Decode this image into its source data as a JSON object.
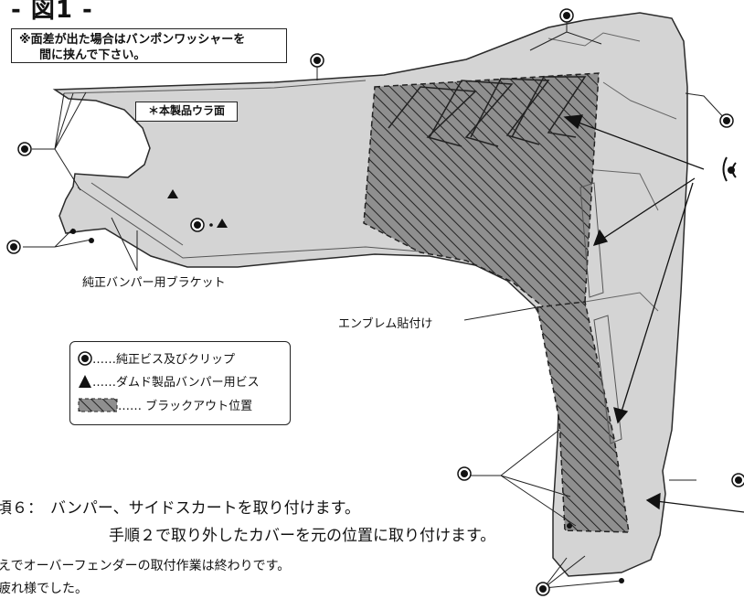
{
  "title": "- 図1 -",
  "note": {
    "line1": "※面差が出た場合はバンポンワッシャーを",
    "line2": "間に挟んで下さい。"
  },
  "label_ura": "＊本製品ウラ面",
  "label_bracket": "純正バンパー用ブラケット",
  "label_emblem": "エンブレム貼付け",
  "legend": {
    "circle": "……純正ビス及びクリップ",
    "triangle": "……ダムド製品バンパー用ビス",
    "hatch": "…… ブラックアウト位置"
  },
  "step6": {
    "heading": "頃６：",
    "line1": "バンパー、サイドスカートを取り付けます。",
    "line2": "手順２で取り外したカバーを元の位置に取り付けます。"
  },
  "closing": {
    "line1": "えでオーバーフェンダーの取付作業は終わりです。",
    "line2": "疲れ様でした。"
  },
  "colors": {
    "fender_fill": "#d4d4d4",
    "hatch_fill": "#8f8f8f",
    "outline": "#2a2a2a"
  },
  "icons": [
    "bullet-circle-icon",
    "triangle-marker-icon",
    "eye-icon"
  ]
}
